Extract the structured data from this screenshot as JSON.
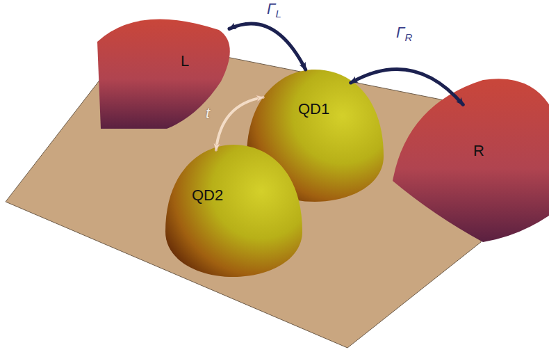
{
  "diagram": {
    "nodes": [
      {
        "text": [
          "L"
        ]
      },
      {
        "text": [
          "QD1"
        ]
      },
      {
        "text": [
          "QD2"
        ]
      },
      {
        "text": [
          "R"
        ]
      }
    ],
    "edges": [
      {
        "from": 0,
        "to": 1,
        "label": "ΓL",
        "arrow": "both"
      },
      {
        "from": 1,
        "to": 3,
        "label": "ΓR",
        "arrow": "both"
      },
      {
        "from": 1,
        "to": 2,
        "label": "t",
        "arrow": "both"
      }
    ]
  }
}
